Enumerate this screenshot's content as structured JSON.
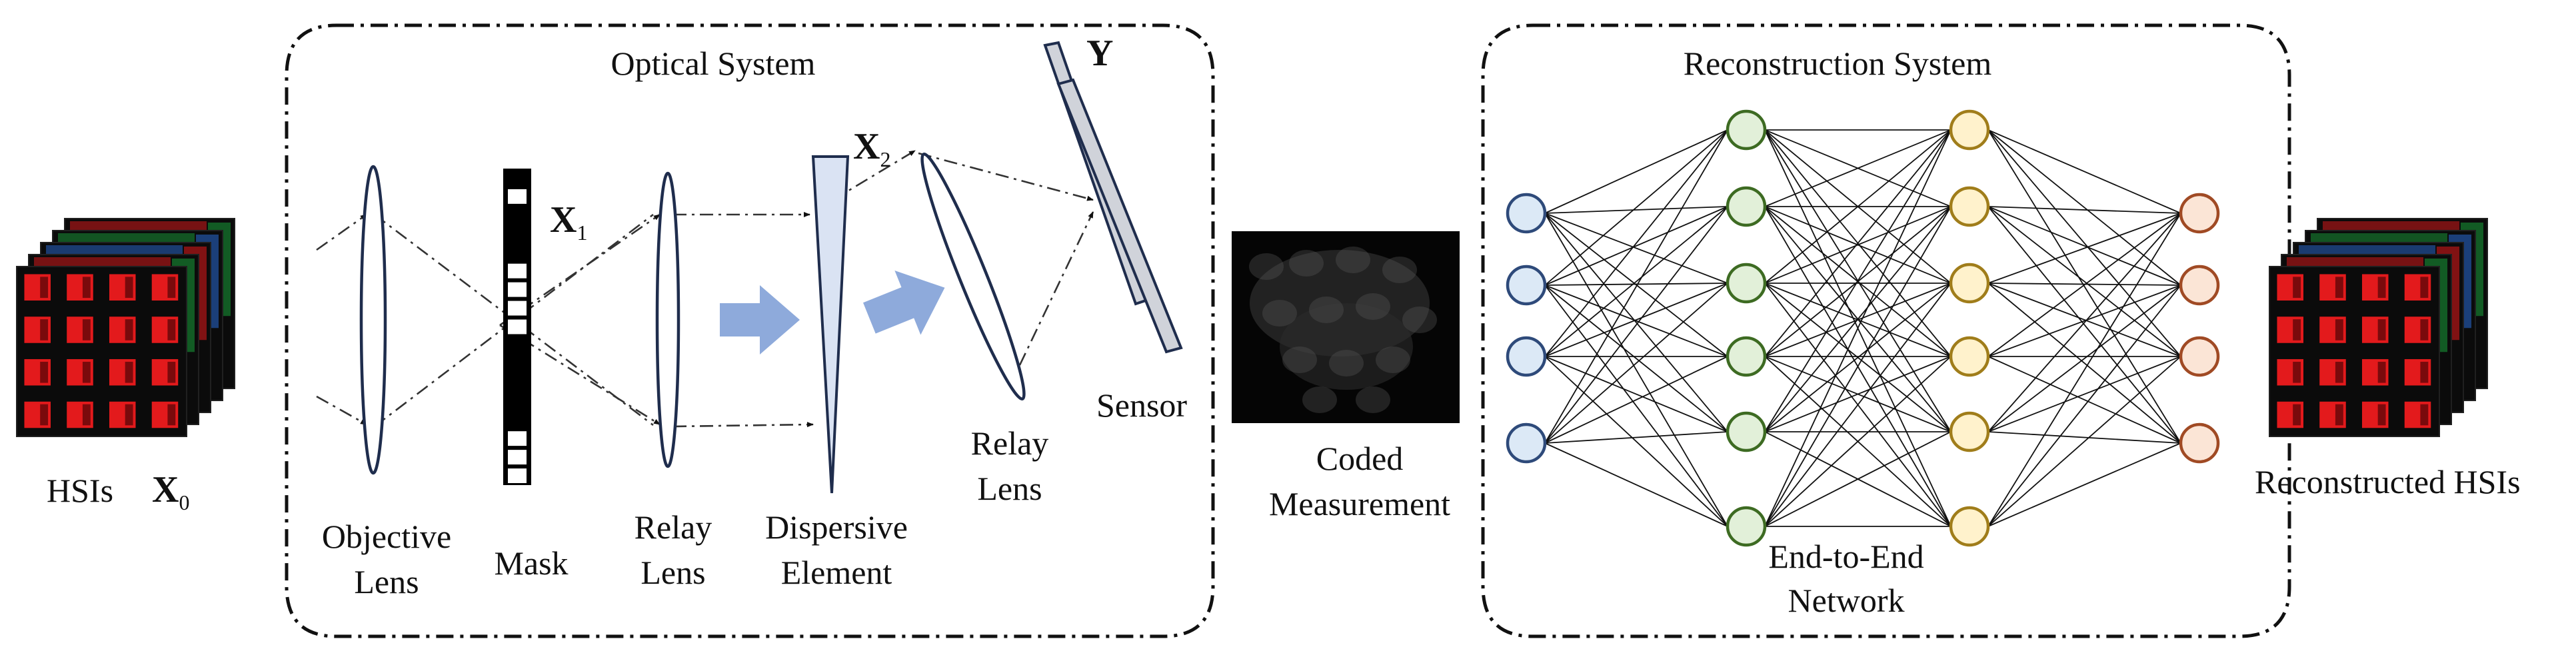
{
  "input": {
    "label": "HSIs",
    "symbol": "X",
    "subscript": "0"
  },
  "optical": {
    "title": "Optical System",
    "objective_lens": [
      "Objective",
      "Lens"
    ],
    "mask": "Mask",
    "mask_symbol": "X",
    "mask_subscript": "1",
    "relay_lens_1": [
      "Relay",
      "Lens"
    ],
    "dispersive": [
      "Dispersive",
      "Element"
    ],
    "disp_symbol": "X",
    "disp_subscript": "2",
    "relay_lens_2": [
      "Relay",
      "Lens"
    ],
    "sensor": "Sensor",
    "sensor_symbol": "Y"
  },
  "measurement": {
    "lines": [
      "Coded",
      "Measurement"
    ]
  },
  "reconstruction": {
    "title": "Reconstruction System",
    "network": [
      "End-to-End",
      "Network"
    ],
    "layers": [
      4,
      6,
      6,
      4
    ],
    "layer_fill": [
      "#dce9f6",
      "#e2f0d9",
      "#fff2cc",
      "#fbe5d6"
    ],
    "layer_stroke": [
      "#2e4a7a",
      "#3d6b22",
      "#a07d1a",
      "#a04a24"
    ]
  },
  "output": {
    "label": "Reconstructed HSIs"
  },
  "colors": {
    "arrow_fill": "#8eaadb",
    "prism_fill": "#dae3f3",
    "sensor_fill": "#d0d3da",
    "cube_red": "#e31a1c",
    "cube_green": "#1a9e3a",
    "cube_blue": "#2a6bd6"
  }
}
